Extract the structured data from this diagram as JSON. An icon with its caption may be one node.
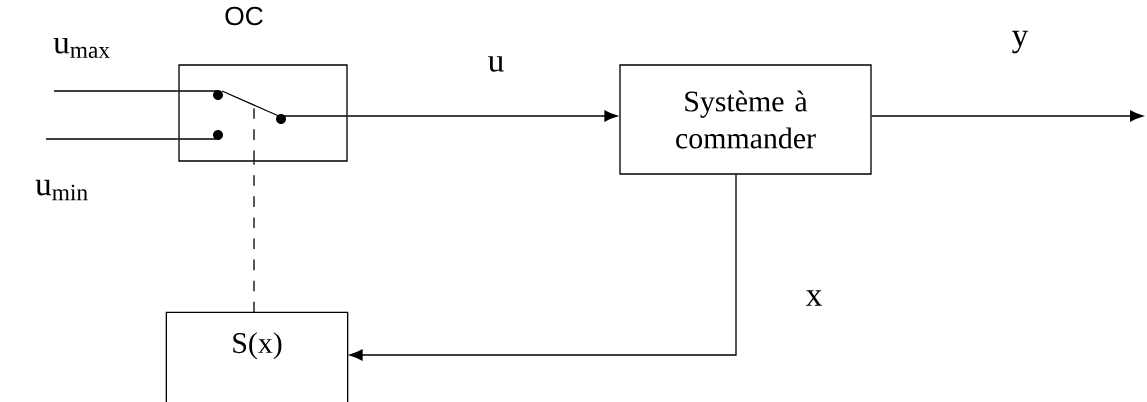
{
  "diagram": {
    "nodes": [
      {
        "text": [
          "OC"
        ]
      },
      {
        "text": [
          "Système à commander"
        ]
      },
      {
        "text": [
          "S(x)"
        ]
      }
    ],
    "edges": [
      {
        "from": null,
        "to": 0,
        "arrow": "none",
        "label": "u$_{max}$"
      },
      {
        "from": null,
        "to": 0,
        "arrow": "none",
        "label": "u$_{min}$"
      },
      {
        "from": 0,
        "to": 1,
        "arrow": "to",
        "label": "u"
      },
      {
        "from": 1,
        "to": null,
        "arrow": "to",
        "label": "y"
      },
      {
        "from": 1,
        "to": 2,
        "arrow": "to",
        "label": "x"
      },
      {
        "from": 2,
        "to": 0,
        "arrow": "none",
        "style": "dashed"
      }
    ]
  }
}
